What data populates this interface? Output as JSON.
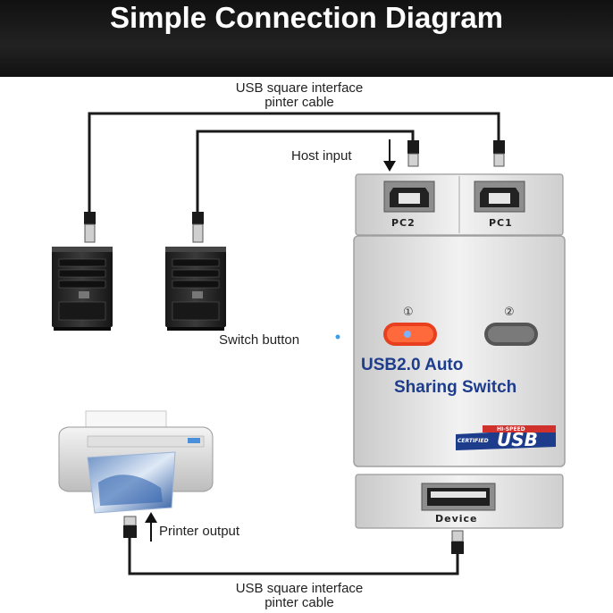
{
  "title": "Simple Connection Diagram",
  "labels": {
    "top_cable_line1": "USB square interface",
    "top_cable_line2": "pinter cable",
    "host_input": "Host input",
    "switch_button": "Switch button",
    "printer_output": "Printer output",
    "bottom_cable_line1": "USB square interface",
    "bottom_cable_line2": "pinter cable"
  },
  "device": {
    "name_line1": "USB2.0 Auto",
    "name_line2": "Sharing Switch",
    "port_pc2": "PC2",
    "port_pc1": "PC1",
    "port_device": "Device",
    "button_1": "①",
    "button_2": "②",
    "logo_text": "USB",
    "logo_small_top": "HI-SPEED",
    "logo_small_left": "CERTIFIED"
  },
  "colors": {
    "banner": "#151515",
    "device_body": "#dcdcdc",
    "device_text": "#1d3c8c",
    "button_active": "#e8401e",
    "button_inactive": "#555555",
    "cable": "#1a1a1a"
  }
}
